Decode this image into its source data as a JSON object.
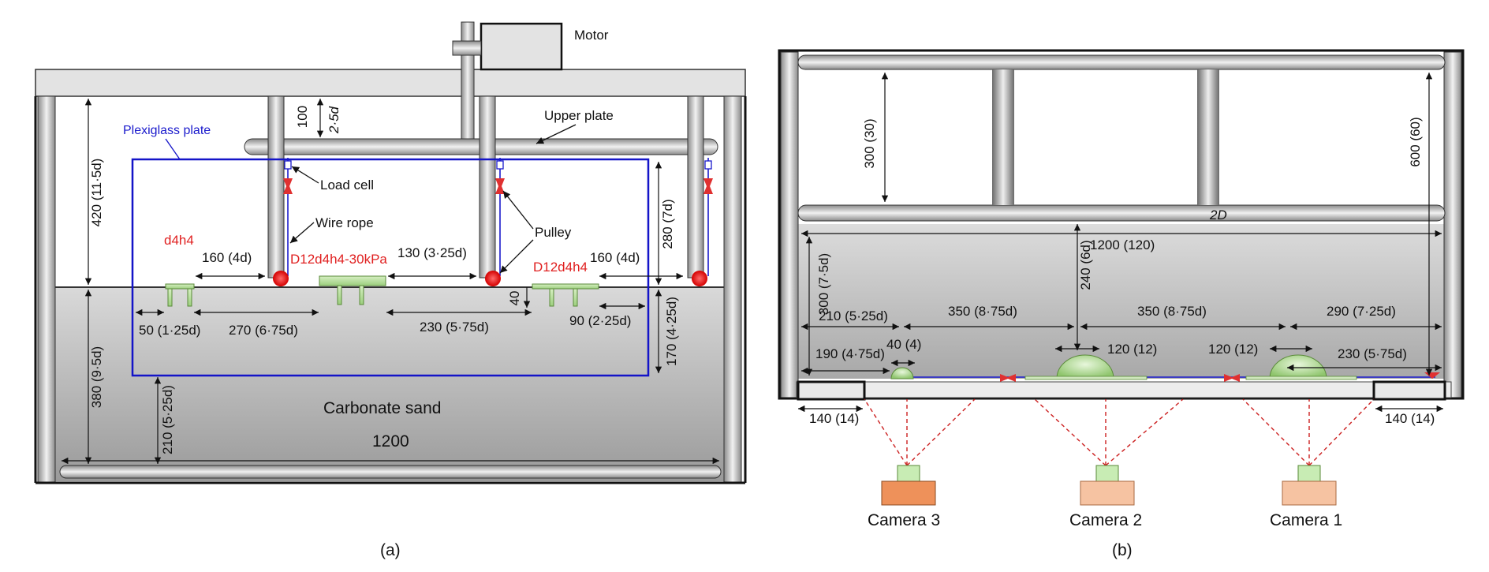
{
  "panel_a": {
    "caption": "(a)",
    "labels": {
      "motor": "Motor",
      "upper_plate": "Upper plate",
      "plexiglass_plate": "Plexiglass plate",
      "load_cell": "Load cell",
      "wire_rope": "Wire rope",
      "pulley": "Pulley",
      "carbonate_sand": "Carbonate sand",
      "width_total": "1200"
    },
    "anchors": {
      "d4h4": "d4h4",
      "d12d4h4_30kpa": "D12d4h4-30kPa",
      "d12d4h4": "D12d4h4"
    },
    "dims": {
      "height_upper": "420 (11·5d)",
      "height_lower": "380 (9·5d)",
      "sand_210": "210 (5·25d)",
      "rod_100": "100",
      "rod_2_5d": "2·5d",
      "plate_280": "280 (7d)",
      "plate_170": "170 (4·25d)",
      "d160_left": "160 (4d)",
      "d130": "130 (3·25d)",
      "d160_right": "160 (4d)",
      "d50": "50 (1·25d)",
      "d270": "270 (6·75d)",
      "d230": "230 (5·75d)",
      "d90": "90 (2·25d)",
      "d40": "40"
    }
  },
  "panel_b": {
    "caption": "(b)",
    "labels": {
      "two_d": "2D",
      "camera_3": "Camera 3",
      "camera_2": "Camera 2",
      "camera_1": "Camera 1"
    },
    "dims": {
      "d300_30": "300 (30)",
      "d600_60": "600 (60)",
      "d1200_120": "1200 (120)",
      "d300_7_5d": "300 (7·5d)",
      "d240_6d": "240 (6d)",
      "d210": "210 (5·25d)",
      "d350_a": "350 (8·75d)",
      "d350_b": "350 (8·75d)",
      "d290": "290 (7·25d)",
      "d40_4": "40 (4)",
      "d190": "190 (4·75d)",
      "d120_a": "120 (12)",
      "d120_b": "120 (12)",
      "d230": "230 (5·75d)",
      "d140_left": "140 (14)",
      "d140_right": "140 (14)"
    }
  }
}
